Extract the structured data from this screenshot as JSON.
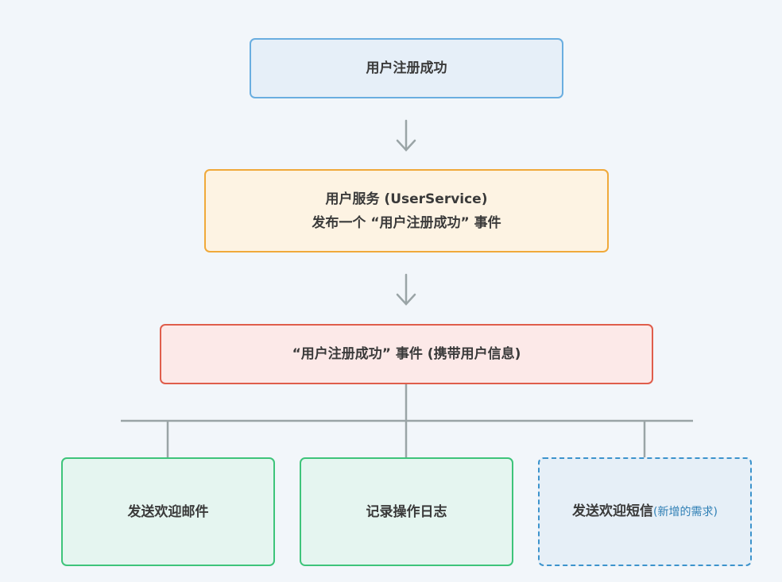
{
  "nodes": {
    "registered": {
      "label": "用户注册成功"
    },
    "user_service": {
      "line1": "用户服务 (UserService)",
      "line2": "发布一个 “用户注册成功” 事件"
    },
    "event": {
      "label": "“用户注册成功” 事件 (携带用户信息)"
    },
    "send_email": {
      "label": "发送欢迎邮件"
    },
    "log": {
      "label": "记录操作日志"
    },
    "send_sms": {
      "label": "发送欢迎短信",
      "note": "(新增的需求)"
    }
  },
  "colors": {
    "background": "#f2f6fa",
    "blue_border": "#6aaee0",
    "orange_border": "#f0a93a",
    "red_border": "#df5d4b",
    "green_border": "#3ec47a",
    "dashed_border": "#3c93cc",
    "connector": "#9aa4a6"
  }
}
